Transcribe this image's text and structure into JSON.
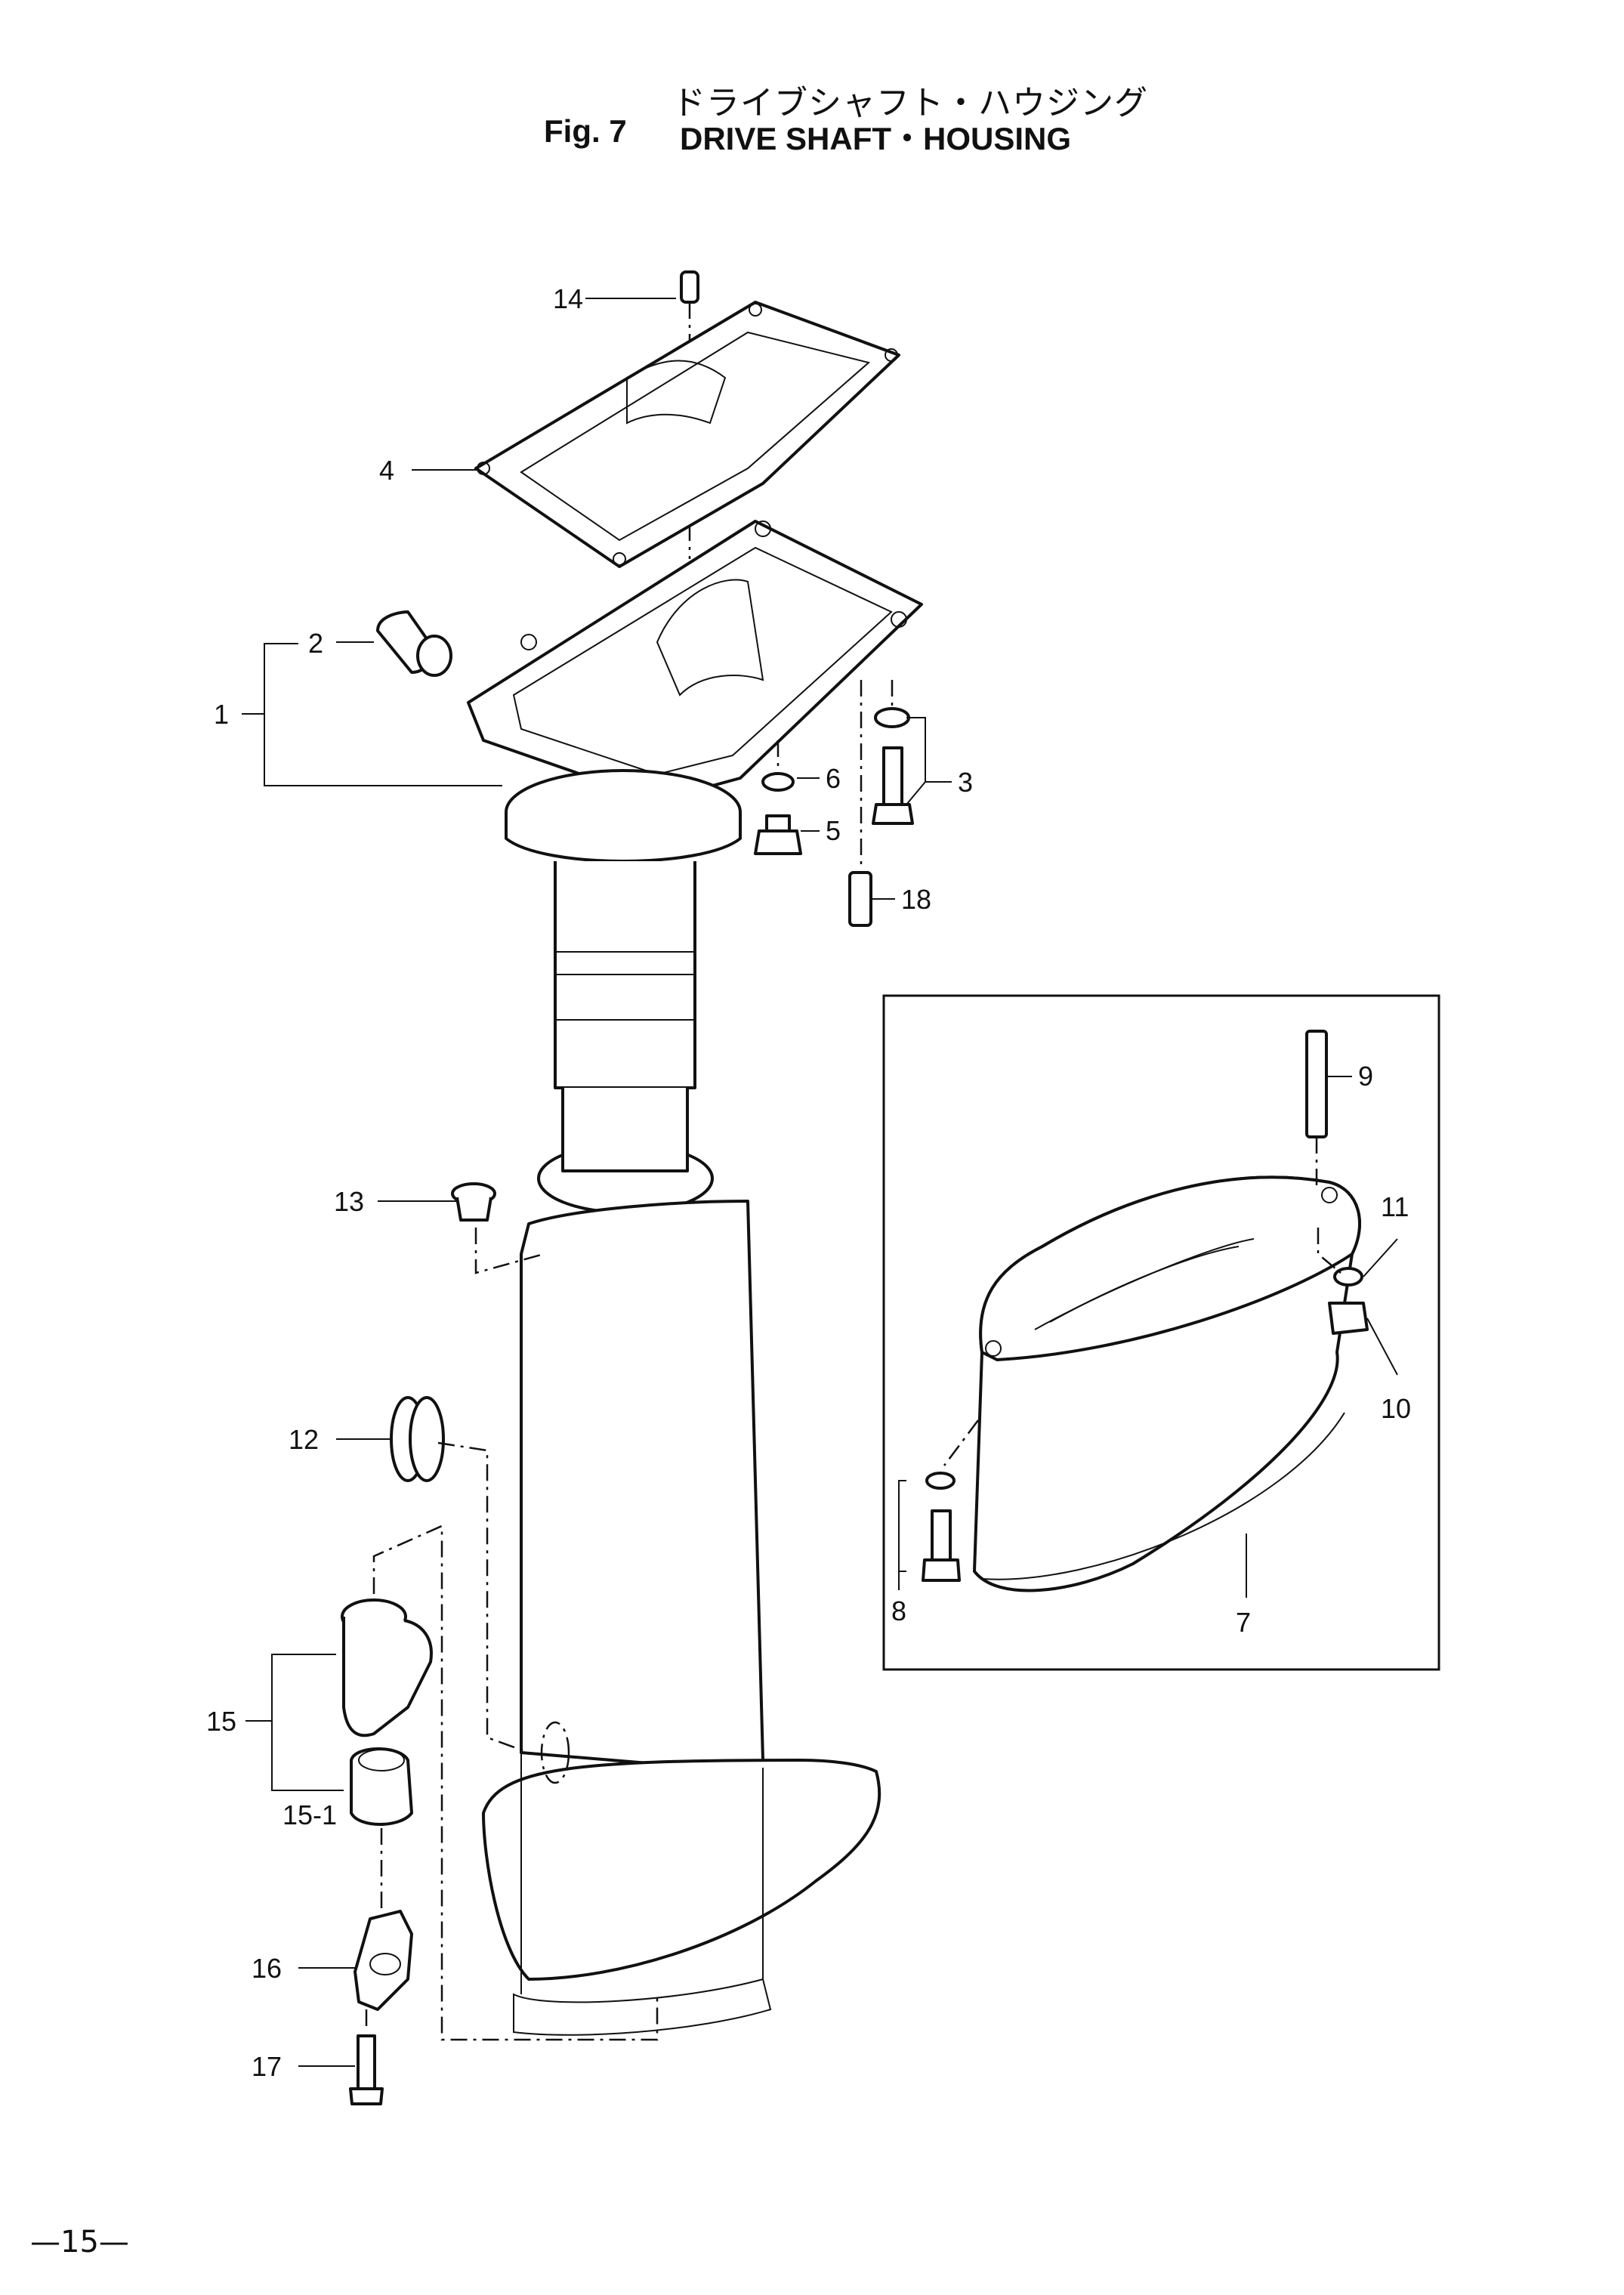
{
  "header": {
    "title_jp": "ドライブシャフト・ハウジング",
    "fig_label": "Fig. 7",
    "title_en": "DRIVE SHAFT・HOUSING"
  },
  "callouts": {
    "c1": "1",
    "c2": "2",
    "c3": "3",
    "c4": "4",
    "c5": "5",
    "c6": "6",
    "c7": "7",
    "c8": "8",
    "c9": "9",
    "c10": "10",
    "c11": "11",
    "c12": "12",
    "c13": "13",
    "c14": "14",
    "c15": "15",
    "c15_1": "15-1",
    "c16": "16",
    "c17": "17",
    "c18": "18"
  },
  "footer": {
    "page_number": "—15—"
  }
}
